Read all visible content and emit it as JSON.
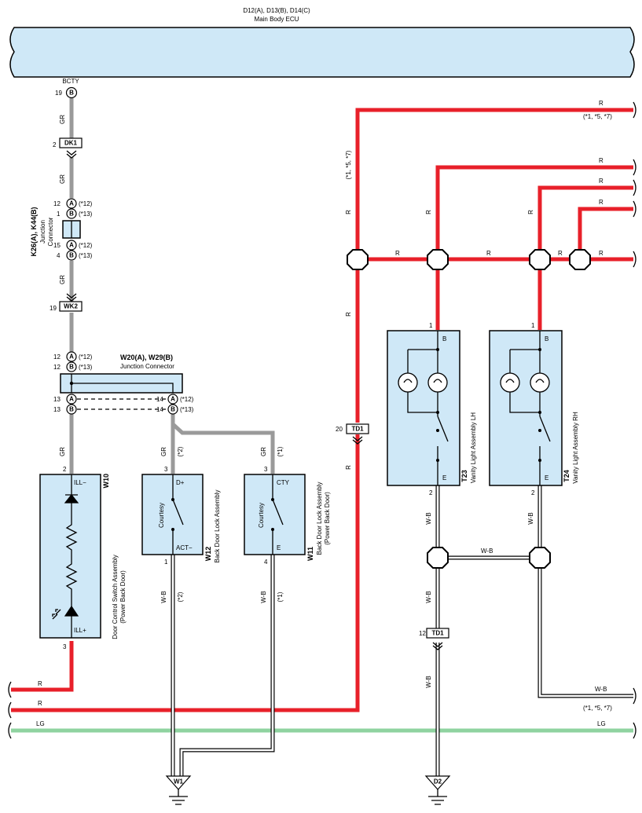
{
  "ecu": {
    "codes": "D12(A), D13(B), D14(C)",
    "name": "Main Body ECU",
    "terminal": "BCTY",
    "pin": "19",
    "pin_letter": "B"
  },
  "wire_colors": {
    "gr": "GR",
    "r": "R",
    "lg": "LG",
    "wb": "W-B"
  },
  "left_connectors": {
    "dk1": {
      "num": "2",
      "label": "DK1"
    },
    "wk2": {
      "num": "19",
      "label": "WK2"
    },
    "td1_top": {
      "num": "20",
      "label": "TD1"
    },
    "td1_bottom": {
      "num": "12",
      "label": "TD1"
    }
  },
  "jc_k26": {
    "codes": "K26(A), K44(B)",
    "line1": "Junction",
    "line2": "Connector",
    "pins": [
      {
        "num": "12",
        "letter": "A",
        "note": "(*12)"
      },
      {
        "num": "1",
        "letter": "B",
        "note": "(*13)"
      },
      {
        "num": "15",
        "letter": "A",
        "note": "(*12)"
      },
      {
        "num": "4",
        "letter": "B",
        "note": "(*13)"
      }
    ]
  },
  "jc_w20": {
    "codes": "W20(A), W29(B)",
    "name": "Junction Connector",
    "top_pins": [
      {
        "num": "12",
        "letter": "A",
        "note": "(*12)"
      },
      {
        "num": "12",
        "letter": "B",
        "note": "(*13)"
      }
    ],
    "left_pins": [
      {
        "num": "13",
        "letter": "A"
      },
      {
        "num": "13",
        "letter": "B"
      }
    ],
    "right_pins": [
      {
        "num": "14",
        "letter": "A",
        "note": "(*12)"
      },
      {
        "num": "14",
        "letter": "B",
        "note": "(*13)"
      }
    ]
  },
  "components": {
    "w10": {
      "code": "W10",
      "line1": "Door Control Switch Assembly",
      "line2": "(Power Back Door)",
      "term_top": "ILL−",
      "term_bottom": "ILL+",
      "pin_top": "2",
      "pin_bottom": "3"
    },
    "w12": {
      "code": "W12",
      "line1": "Back Door Lock Assembly",
      "switch": "Courtesy",
      "term_top": "D+",
      "term_bottom": "ACT−",
      "pin_top": "3",
      "pin_bottom": "1",
      "note": "(*2)"
    },
    "w11": {
      "code": "W11",
      "line1": "Back Door Lock Assembly",
      "line2": "(Power Back Door)",
      "switch": "Courtesy",
      "term_top": "CTY",
      "term_bottom": "E",
      "pin_top": "3",
      "pin_bottom": "4",
      "note": "(*1)"
    },
    "t23": {
      "code": "T23",
      "line1": "Vanity Light Assembly LH",
      "term_top": "B",
      "term_bottom": "E",
      "pin_top": "1",
      "pin_bottom": "2"
    },
    "t24": {
      "code": "T24",
      "line1": "Vanity Light Assembly RH",
      "term_top": "B",
      "term_bottom": "E",
      "pin_top": "1",
      "pin_bottom": "2"
    }
  },
  "grounds": {
    "w1": "W1",
    "d2": "D2"
  },
  "notes": {
    "top_right": "(*1, *5, *7)",
    "vertical_red": "(*1, *5, *7)",
    "bottom_right_wb": "(*1, *5, *7)"
  }
}
